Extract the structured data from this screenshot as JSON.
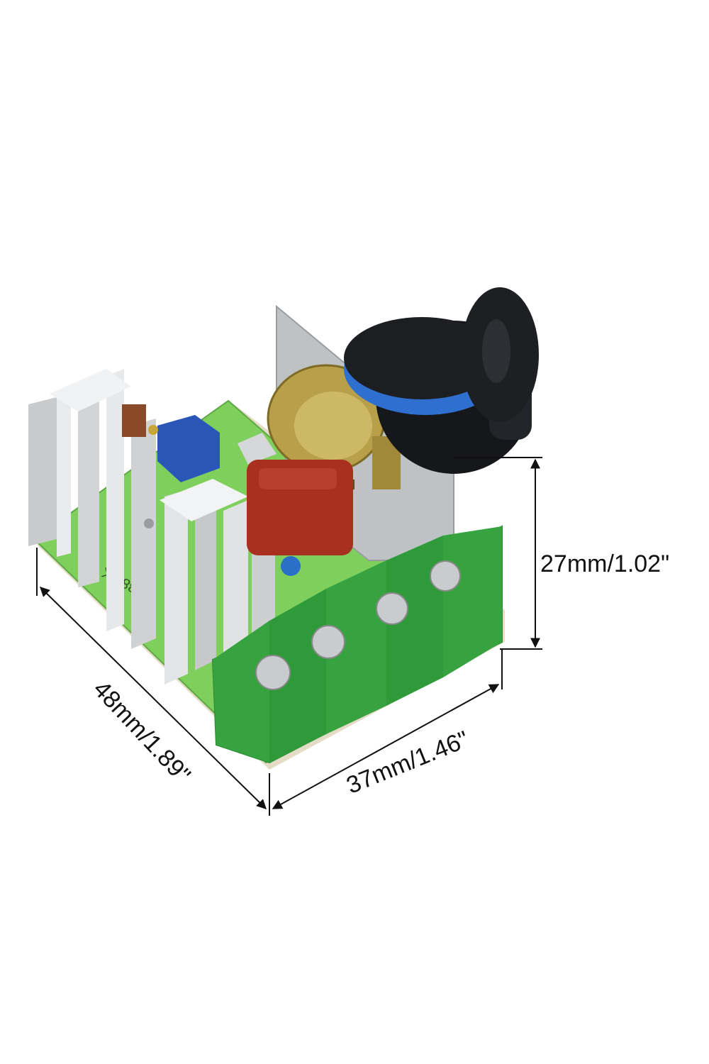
{
  "dimensions": {
    "height_label": "27mm/1.02\"",
    "length_label": "48mm/1.89\"",
    "width_label": "37mm/1.46\""
  },
  "board": {
    "silkscreen_text": "9882-K"
  },
  "colors": {
    "background": "#ffffff",
    "pcb": "#7fcf5c",
    "terminal_block": "#3fb24a",
    "heatsink": "#d8dadc",
    "capacitor": "#a8301e",
    "trimmer": "#2a56b8",
    "knob_body": "#15171a",
    "knob_ring": "#2f6fd0",
    "potentiometer": "#b8a04a",
    "dimension_line": "#111111"
  }
}
